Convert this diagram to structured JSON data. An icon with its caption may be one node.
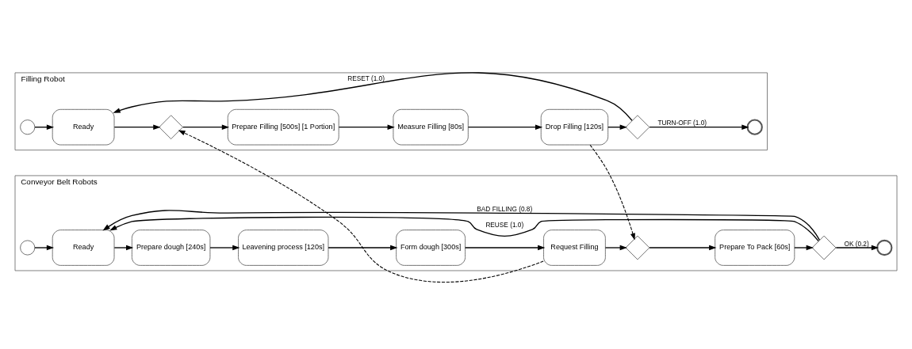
{
  "diagram": {
    "nodes": [
      {
        "text": [
          "Filling Robot"
        ]
      },
      {
        "text": [],
        "shape": "circle",
        "in": 0
      },
      {
        "text": [
          "Ready"
        ],
        "in": 0
      },
      {
        "text": [],
        "shape": "diamond",
        "in": 0
      },
      {
        "text": [
          "Prepare Filling [500s] [1 Portion]"
        ],
        "in": 0
      },
      {
        "text": [
          "Measure Filling [80s]"
        ],
        "in": 0
      },
      {
        "text": [
          "Drop Filling [120s]"
        ],
        "in": 0
      },
      {
        "text": [],
        "shape": "diamond",
        "in": 0
      },
      {
        "text": [],
        "shape": "circle",
        "in": 0
      },
      {
        "text": [
          "Conveyor Belt Robots"
        ]
      },
      {
        "text": [],
        "shape": "circle",
        "in": 9
      },
      {
        "text": [
          "Ready"
        ],
        "in": 9
      },
      {
        "text": [
          "Prepare dough [240s]"
        ],
        "in": 9
      },
      {
        "text": [
          "Leavening process [120s]"
        ],
        "in": 9
      },
      {
        "text": [
          "Form dough [300s]"
        ],
        "in": 9
      },
      {
        "text": [
          "Request Filling"
        ],
        "in": 9
      },
      {
        "text": [],
        "shape": "diamond",
        "in": 9
      },
      {
        "text": [
          "Prepare To Pack [60s]"
        ],
        "in": 9
      },
      {
        "text": [],
        "shape": "diamond",
        "in": 9
      },
      {
        "text": [],
        "shape": "circle",
        "in": 9
      }
    ],
    "edges": [
      {
        "from": 1,
        "to": 2,
        "arrow": "to"
      },
      {
        "from": 2,
        "to": 3,
        "arrow": "to"
      },
      {
        "from": 3,
        "to": 4,
        "arrow": "to"
      },
      {
        "from": 4,
        "to": 5,
        "arrow": "to"
      },
      {
        "from": 5,
        "to": 6,
        "arrow": "to"
      },
      {
        "from": 6,
        "to": 7,
        "arrow": "to"
      },
      {
        "from": 7,
        "to": 8,
        "arrow": "to",
        "label": "TURN-OFF (1.0)"
      },
      {
        "from": 7,
        "to": 2,
        "arrow": "to",
        "label": "RESET (1.0)"
      },
      {
        "from": 15,
        "to": 3,
        "arrow": "to",
        "style": "dashed"
      },
      {
        "from": 6,
        "to": 16,
        "arrow": "to",
        "style": "dashed"
      },
      {
        "from": 10,
        "to": 11,
        "arrow": "to"
      },
      {
        "from": 11,
        "to": 12,
        "arrow": "to"
      },
      {
        "from": 12,
        "to": 13,
        "arrow": "to"
      },
      {
        "from": 13,
        "to": 14,
        "arrow": "to"
      },
      {
        "from": 14,
        "to": 15,
        "arrow": "to"
      },
      {
        "from": 15,
        "to": 16,
        "arrow": "to"
      },
      {
        "from": 16,
        "to": 17,
        "arrow": "to"
      },
      {
        "from": 17,
        "to": 18,
        "arrow": "to"
      },
      {
        "from": 18,
        "to": 19,
        "arrow": "to",
        "label": "OK (0.2)"
      },
      {
        "from": 18,
        "to": 11,
        "arrow": "to",
        "label": "REUSE (1.0)"
      },
      {
        "from": 18,
        "to": 11,
        "arrow": "to",
        "label": "BAD FILLING (0.8)"
      }
    ]
  }
}
